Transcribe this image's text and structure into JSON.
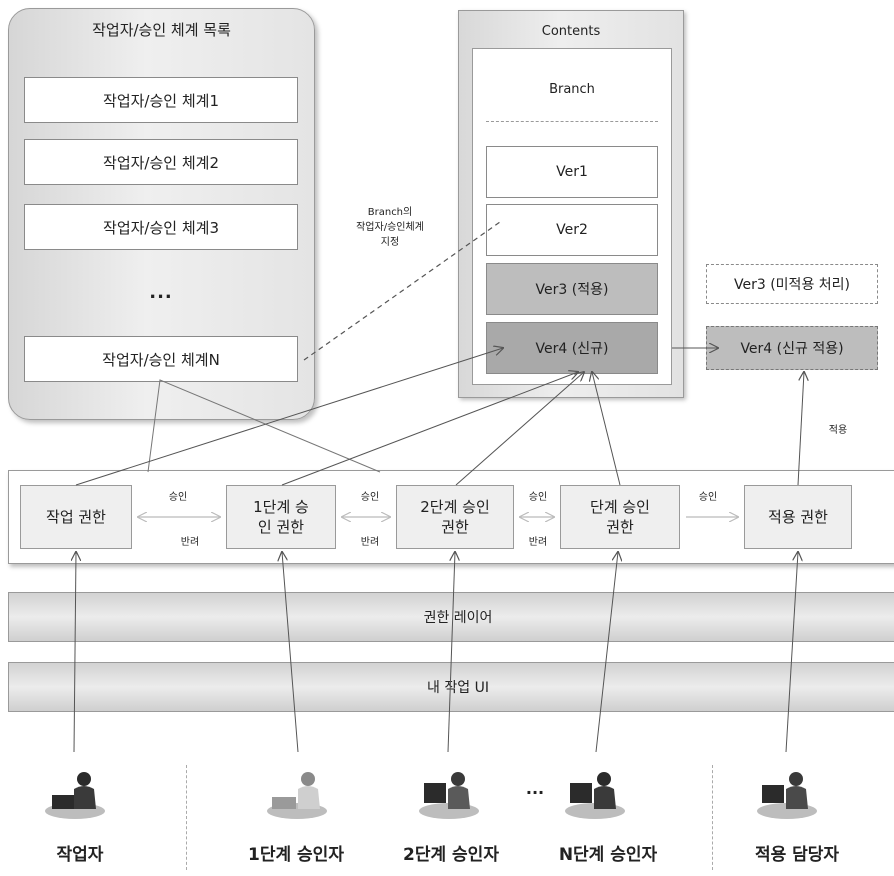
{
  "list_panel": {
    "title": "작업자/승인 체계 목록",
    "items": [
      "작업자/승인 체계1",
      "작업자/승인 체계2",
      "작업자/승인 체계3"
    ],
    "ellipsis": "...",
    "last_item": "작업자/승인 체계N"
  },
  "contents": {
    "title": "Contents",
    "branch_title": "Branch",
    "versions": [
      "Ver1",
      "Ver2",
      "Ver3 (적용)",
      "Ver4 (신규)"
    ]
  },
  "branch_note": [
    "Branch의",
    "작업자/승인체계",
    "지정"
  ],
  "right_versions": {
    "ver3_unapplied": "Ver3 (미적용 처리)",
    "ver4_applied": "Ver4 (신규 적용)",
    "apply_label": "적용"
  },
  "permissions": {
    "work": "작업 권한",
    "stage1": [
      "1단계 승",
      "인 권한"
    ],
    "stage2": [
      "2단계 승인",
      "권한"
    ],
    "stageN": [
      "단계 승인",
      "권한"
    ],
    "apply": "적용 권한",
    "approve": "승인",
    "reject": "반려"
  },
  "layers": {
    "permission_layer": "권한 레이어",
    "my_work_ui": "내 작업 UI"
  },
  "people": {
    "labels": [
      "작업자",
      "1단계 승인자",
      "2단계 승인자",
      "N단계 승인자",
      "적용 담당자"
    ],
    "ellipsis": "..."
  },
  "colors": {
    "panel_gray": "#e4e4e4",
    "ver_applied": "#bdbdbd",
    "ver_new": "#a9a9a9",
    "line": "#555555"
  }
}
